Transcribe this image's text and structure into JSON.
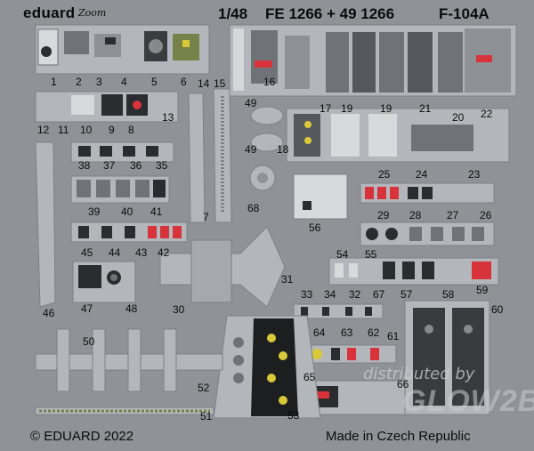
{
  "header": {
    "brand": "eduard",
    "sub_brand": "Zoom",
    "scale": "1/48",
    "set_code": "FE 1266 + 49 1266",
    "model": "F-104A"
  },
  "footer": {
    "copyright": "© EDUARD 2022",
    "made_in": "Made in Czech Republic"
  },
  "watermark": {
    "line1": "distributed by",
    "line2": "GLOW2B"
  },
  "part_numbers": [
    "1",
    "2",
    "3",
    "4",
    "5",
    "6",
    "7",
    "8",
    "9",
    "10",
    "11",
    "12",
    "13",
    "14",
    "15",
    "16",
    "17",
    "18",
    "19",
    "19",
    "20",
    "21",
    "22",
    "23",
    "24",
    "25",
    "26",
    "27",
    "28",
    "29",
    "30",
    "31",
    "32",
    "33",
    "34",
    "35",
    "36",
    "37",
    "38",
    "39",
    "40",
    "41",
    "42",
    "43",
    "44",
    "45",
    "46",
    "47",
    "48",
    "49",
    "49",
    "50",
    "51",
    "52",
    "53",
    "54",
    "55",
    "56",
    "57",
    "58",
    "59",
    "60",
    "61",
    "62",
    "63",
    "64",
    "65",
    "66",
    "67",
    "68"
  ],
  "colors": {
    "fret": "#8f9397",
    "part": "#b3b7bb",
    "panel_dark": "#2b2c2f",
    "panel_grey": "#6f7377",
    "warning_red": "#d8323a",
    "cockpit_green": "#77814a",
    "yellow": "#d9c93a"
  }
}
